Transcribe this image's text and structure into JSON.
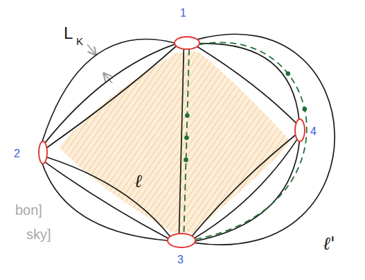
{
  "diagram": {
    "nodes": [
      {
        "text": [
          "1"
        ]
      },
      {
        "text": [
          "2"
        ]
      },
      {
        "text": [
          "3"
        ]
      },
      {
        "text": [
          "4"
        ]
      }
    ],
    "edges": [
      {
        "from": 0,
        "to": 1,
        "arrow": "none"
      },
      {
        "from": 0,
        "to": 1,
        "arrow": "none"
      },
      {
        "from": 0,
        "to": 1,
        "arrow": "none"
      },
      {
        "from": 1,
        "to": 2,
        "arrow": "none"
      },
      {
        "from": 1,
        "to": 2,
        "arrow": "none"
      },
      {
        "from": 1,
        "to": 2,
        "arrow": "none"
      },
      {
        "from": 0,
        "to": 2,
        "arrow": "none"
      },
      {
        "from": 0,
        "to": 3,
        "arrow": "none"
      },
      {
        "from": 0,
        "to": 3,
        "arrow": "none"
      },
      {
        "from": 3,
        "to": 2,
        "arrow": "none"
      },
      {
        "from": 3,
        "to": 2,
        "arrow": "none"
      },
      {
        "from": 3,
        "to": 2,
        "arrow": "none"
      },
      {
        "from": 0,
        "to": 2,
        "arrow": "none"
      },
      {
        "from": 0,
        "to": 2,
        "arrow": "none"
      },
      {
        "from": 0,
        "to": 2,
        "arrow": "none"
      }
    ],
    "labels": [
      "L",
      "K",
      "ℓ",
      "ℓ'",
      "bon]",
      "sky]"
    ]
  }
}
